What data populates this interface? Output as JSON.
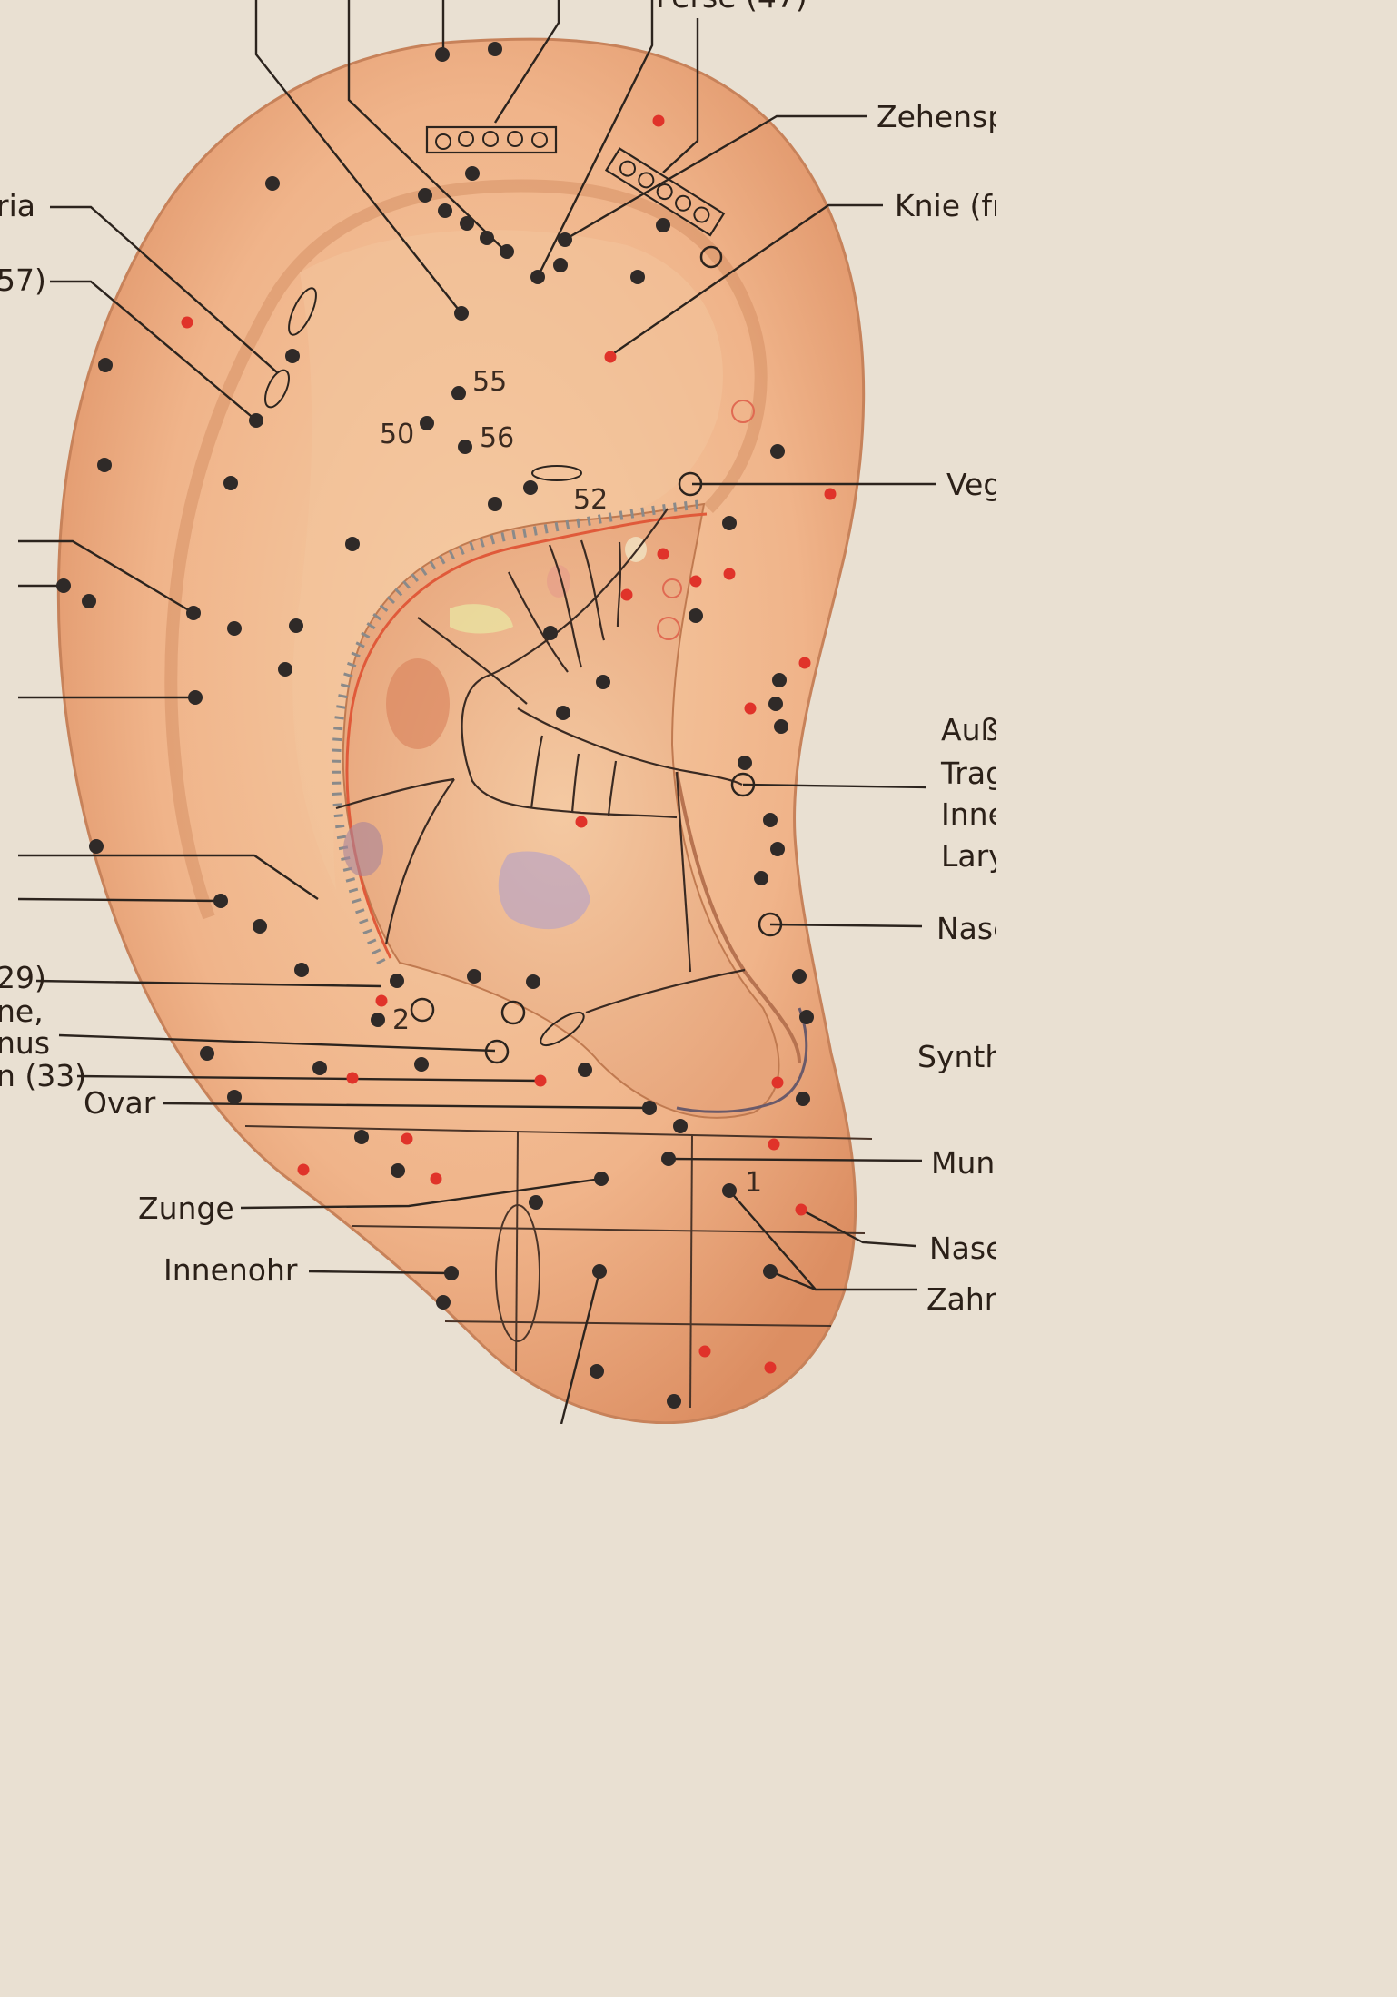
{
  "labels_left": {
    "top_clipped": "",
    "ria": "ria",
    "p57": "57)",
    "p29": "29)",
    "ne": "ne,",
    "nus": "nus",
    "n33": "n (33)",
    "ovar": "Ovar",
    "zunge": "Zunge",
    "innenohr": "Innenohr"
  },
  "labels_right": {
    "ferse": "Ferse (47)",
    "zehensp": "Zehensp",
    "knie": "Knie (fr",
    "veg": "Veg",
    "aus": "Auß",
    "trag": "Trag",
    "inne": "Inne",
    "lary": "Lary",
    "nase_upper": "Nase",
    "synth": "Synth",
    "mun": "Mun",
    "nase_lower": "Nase",
    "zahn": "Zahn"
  },
  "point_numbers": {
    "p55": "55",
    "p50": "50",
    "p56": "56",
    "p52": "52",
    "p2": "2",
    "p1": "1"
  },
  "colors": {
    "background": "#e9e0d2",
    "skin": "#f0b98e",
    "skin_shadow": "#d98d60",
    "dot_dark": "#2f2a28",
    "dot_red": "#e0332a",
    "line": "#2c241e"
  },
  "icons": [
    "ear-illustration",
    "acupuncture-point-dot",
    "point-marker-circle",
    "point-group-box"
  ]
}
